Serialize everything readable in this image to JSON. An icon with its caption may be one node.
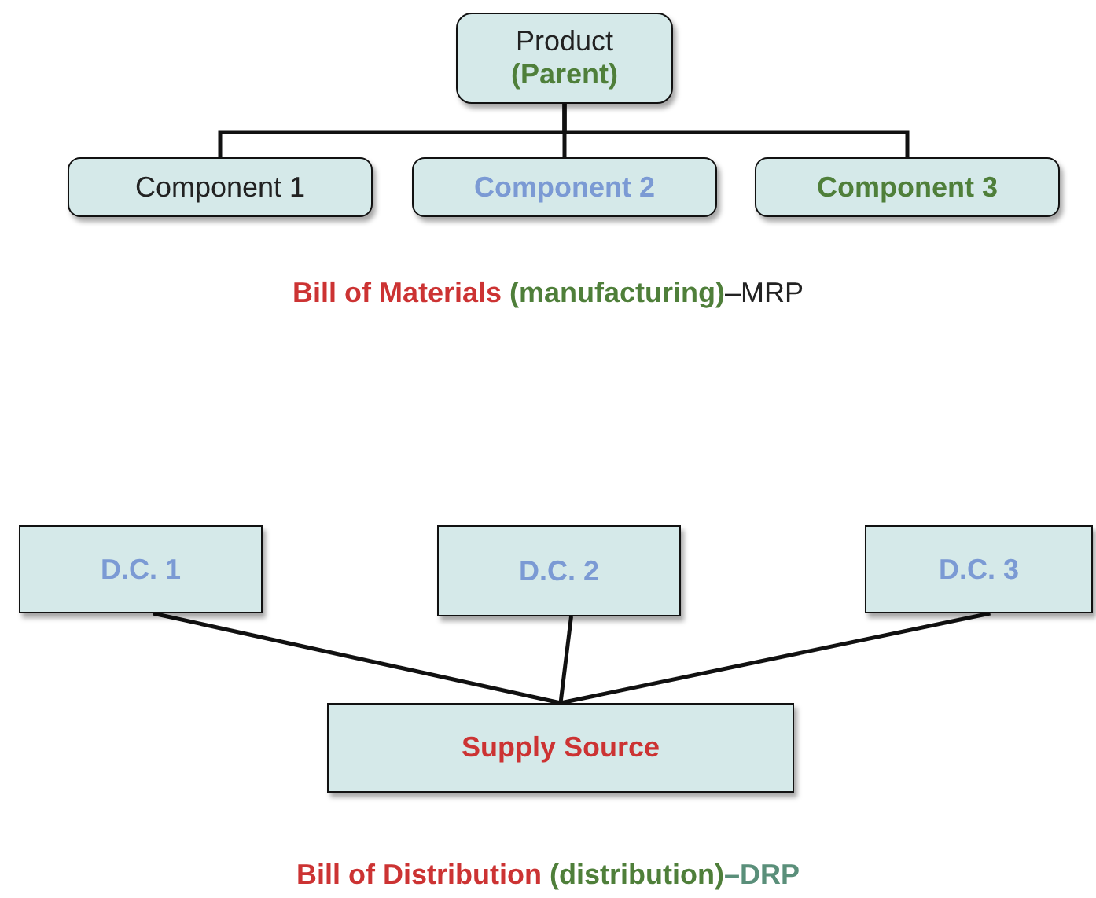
{
  "diagram": {
    "nodes": [
      {
        "text": [
          "Product",
          "(Parent)"
        ]
      },
      {
        "text": [
          "Component 1"
        ]
      },
      {
        "text": [
          "Component 2"
        ]
      },
      {
        "text": [
          "Component 3"
        ]
      },
      {
        "text": [
          "D.C. 1"
        ]
      },
      {
        "text": [
          "D.C. 2"
        ]
      },
      {
        "text": [
          "D.C. 3"
        ]
      },
      {
        "text": [
          "Supply Source"
        ]
      }
    ],
    "edges": [
      {
        "from": 0,
        "to": 1,
        "arrow": "none"
      },
      {
        "from": 0,
        "to": 2,
        "arrow": "none"
      },
      {
        "from": 0,
        "to": 3,
        "arrow": "none"
      },
      {
        "from": 7,
        "to": 4,
        "arrow": "none"
      },
      {
        "from": 7,
        "to": 5,
        "arrow": "none"
      },
      {
        "from": 7,
        "to": 6,
        "arrow": "none"
      }
    ],
    "labels": [
      "Bill of Materials",
      "(manufacturing)",
      "–MRP",
      "Bill of Distribution",
      "(distribution)",
      "–DRP"
    ]
  }
}
